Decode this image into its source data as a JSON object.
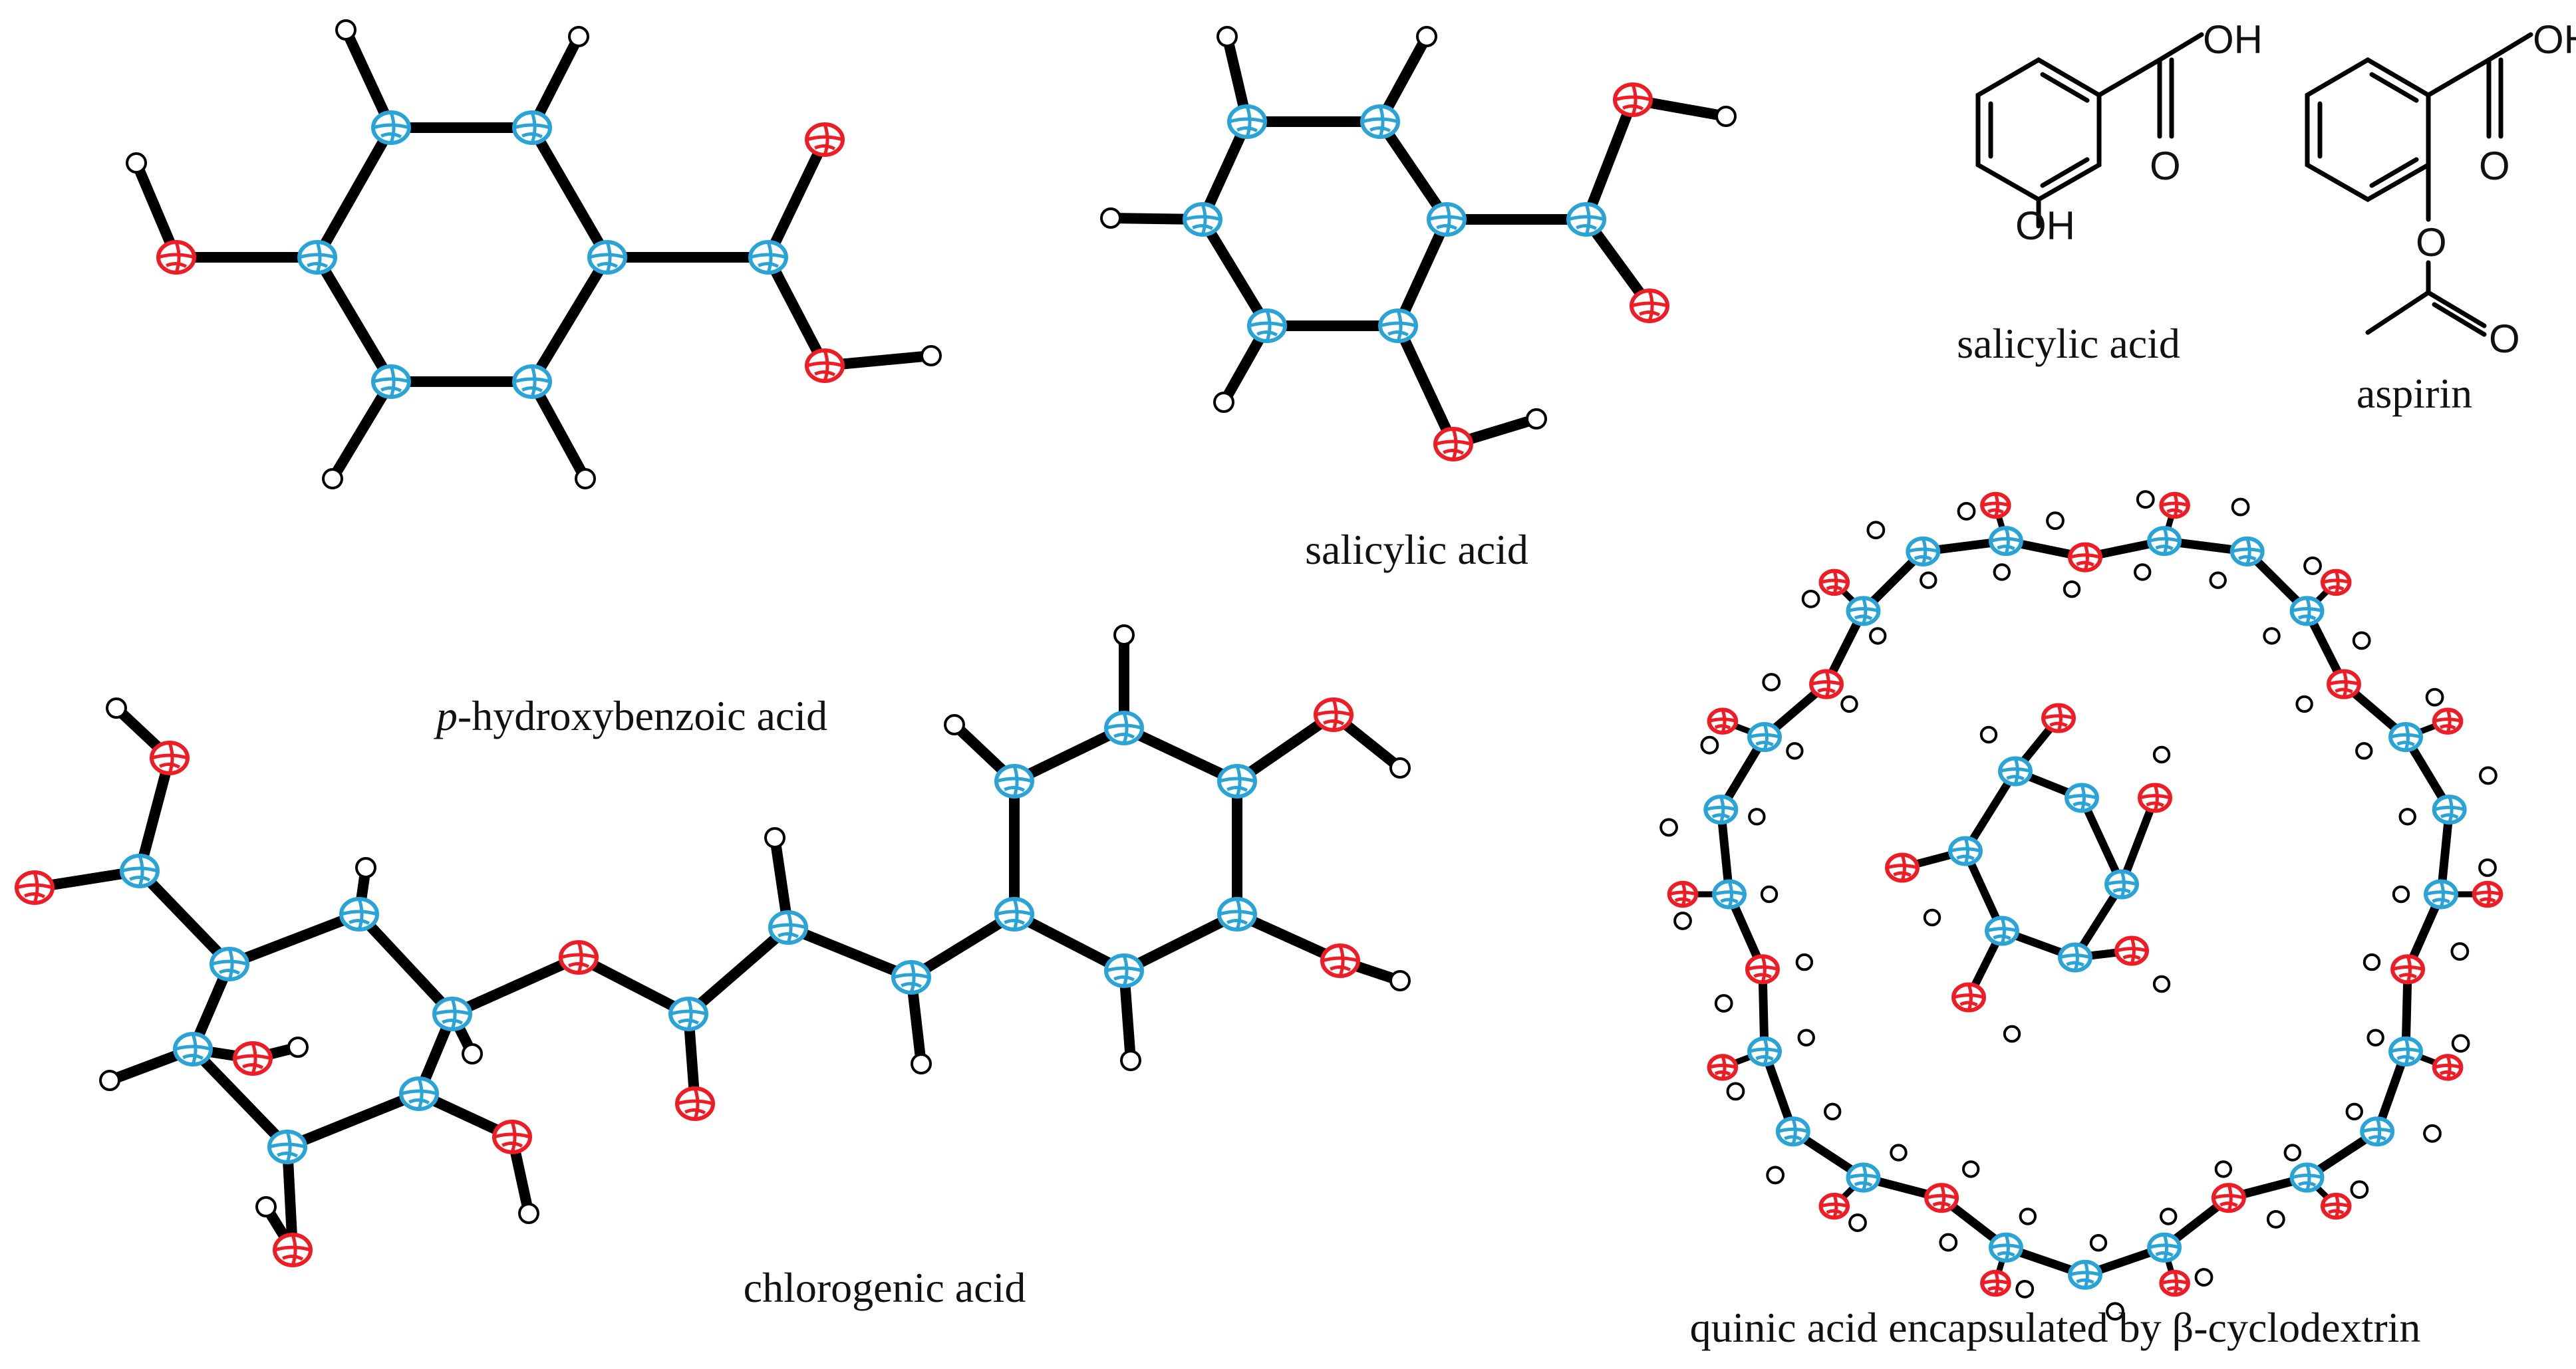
{
  "captions": {
    "p_hydroxybenzoic_prefix": "p",
    "p_hydroxybenzoic_rest": "-hydroxybenzoic acid",
    "salicylic_ortep": "salicylic acid",
    "salicylic_line": "salicylic acid",
    "aspirin": "aspirin",
    "chlorogenic": "chlorogenic acid",
    "quinic": "quinic acid encapsulated by β-cyclodextrin"
  },
  "atom_labels": {
    "hydroxyl": "OH",
    "oxygen": "O"
  },
  "colors": {
    "carbon": "#2aa3d6",
    "oxygen": "#ee1c24",
    "hydrogen_fill": "#ffffff",
    "bond": "#000000"
  }
}
